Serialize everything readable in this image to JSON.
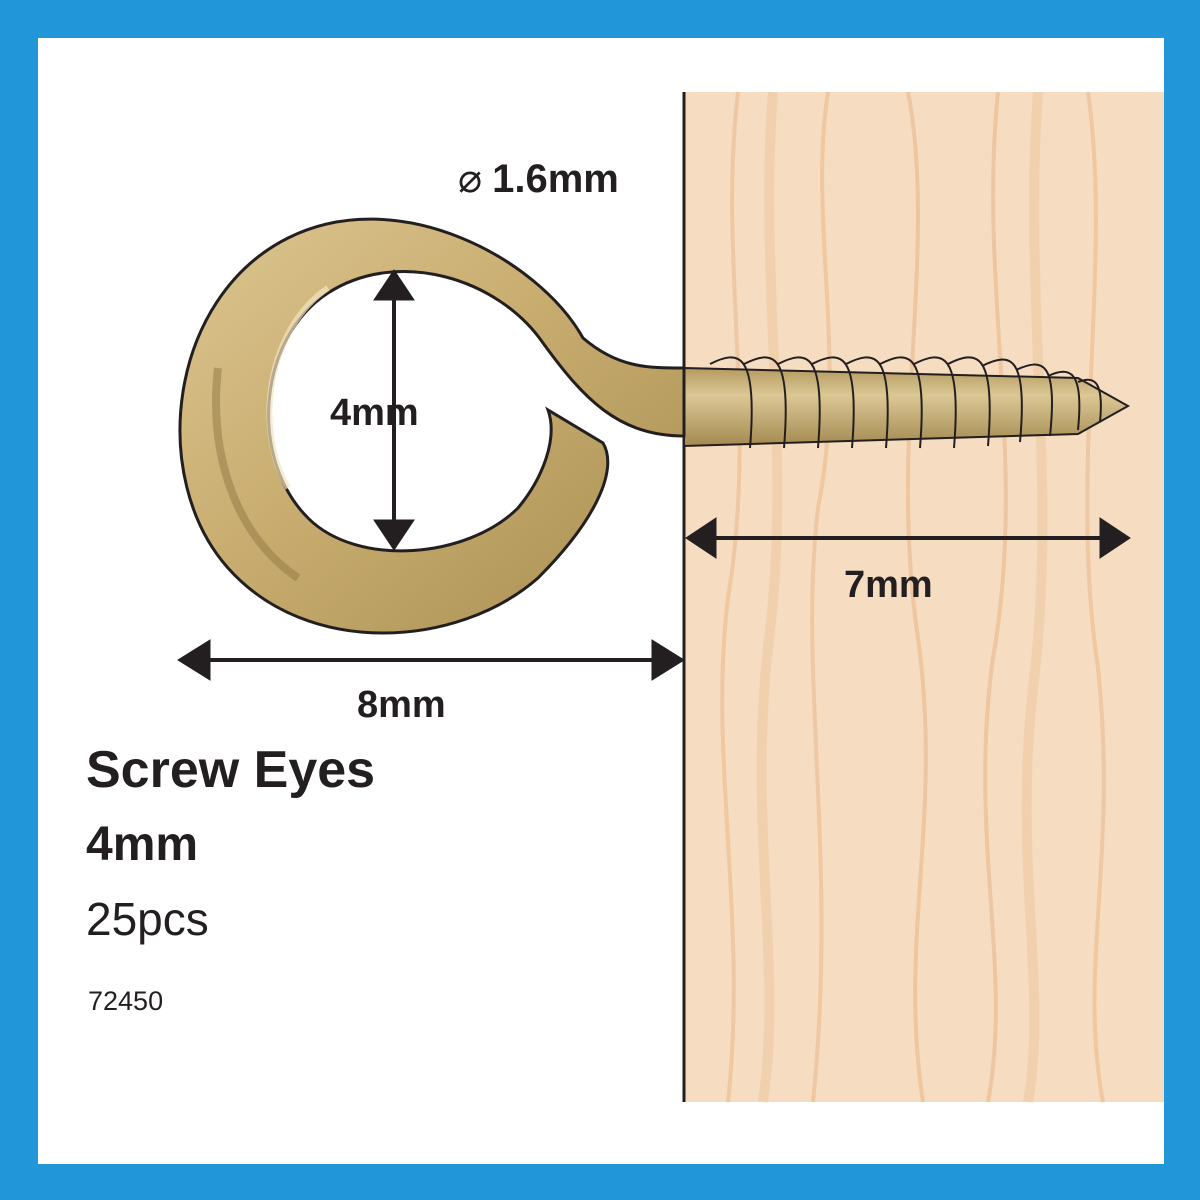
{
  "labels": {
    "wire_diameter": "1.6mm",
    "wire_diameter_symbol": "⌀",
    "inner_diameter": "4mm",
    "shank_length": "7mm",
    "overall_length": "8mm"
  },
  "product": {
    "name": "Screw Eyes",
    "size": "4mm",
    "quantity": "25pcs",
    "code": "72450"
  },
  "colors": {
    "border": "#2196d9",
    "background": "#ffffff",
    "wood": "#f6dcc0",
    "wood_grain": "#eec49d",
    "brass": "#c9ae72",
    "outline": "#231f20"
  }
}
